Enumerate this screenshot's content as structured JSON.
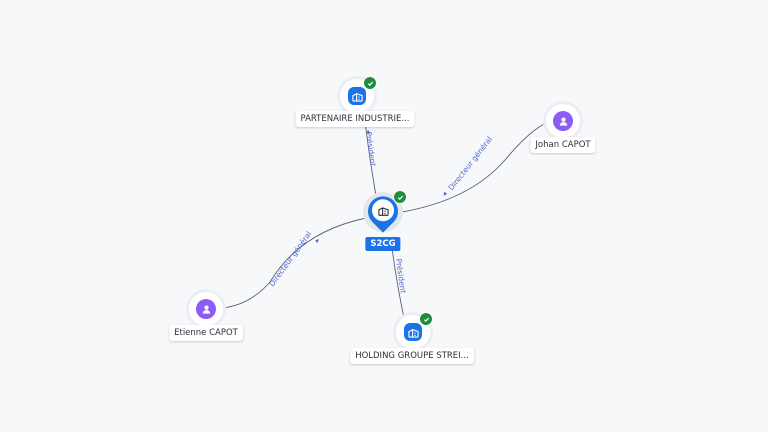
{
  "center": {
    "label": "S2CG",
    "icon": "building-icon",
    "verified": true
  },
  "nodes": [
    {
      "id": "partenaire",
      "label": "PARTENAIRE INDUSTRIE...",
      "kind": "company",
      "icon": "building-icon",
      "verified": true
    },
    {
      "id": "johan",
      "label": "Johan CAPOT",
      "kind": "person",
      "icon": "person-icon",
      "verified": false
    },
    {
      "id": "etienne",
      "label": "Etienne CAPOT",
      "kind": "person",
      "icon": "person-icon",
      "verified": false
    },
    {
      "id": "holding",
      "label": "HOLDING GROUPE STREI...",
      "kind": "company",
      "icon": "building-icon",
      "verified": true
    }
  ],
  "edges": [
    {
      "to": "partenaire",
      "label": "Président"
    },
    {
      "to": "johan",
      "label": "Directeur général"
    },
    {
      "to": "etienne",
      "label": "Directeur général"
    },
    {
      "to": "holding",
      "label": "Président"
    }
  ],
  "colors": {
    "company": "#1a73e8",
    "person": "#8b5cf6",
    "verified": "#1e8e3e",
    "edge_label": "#4f67d6"
  }
}
